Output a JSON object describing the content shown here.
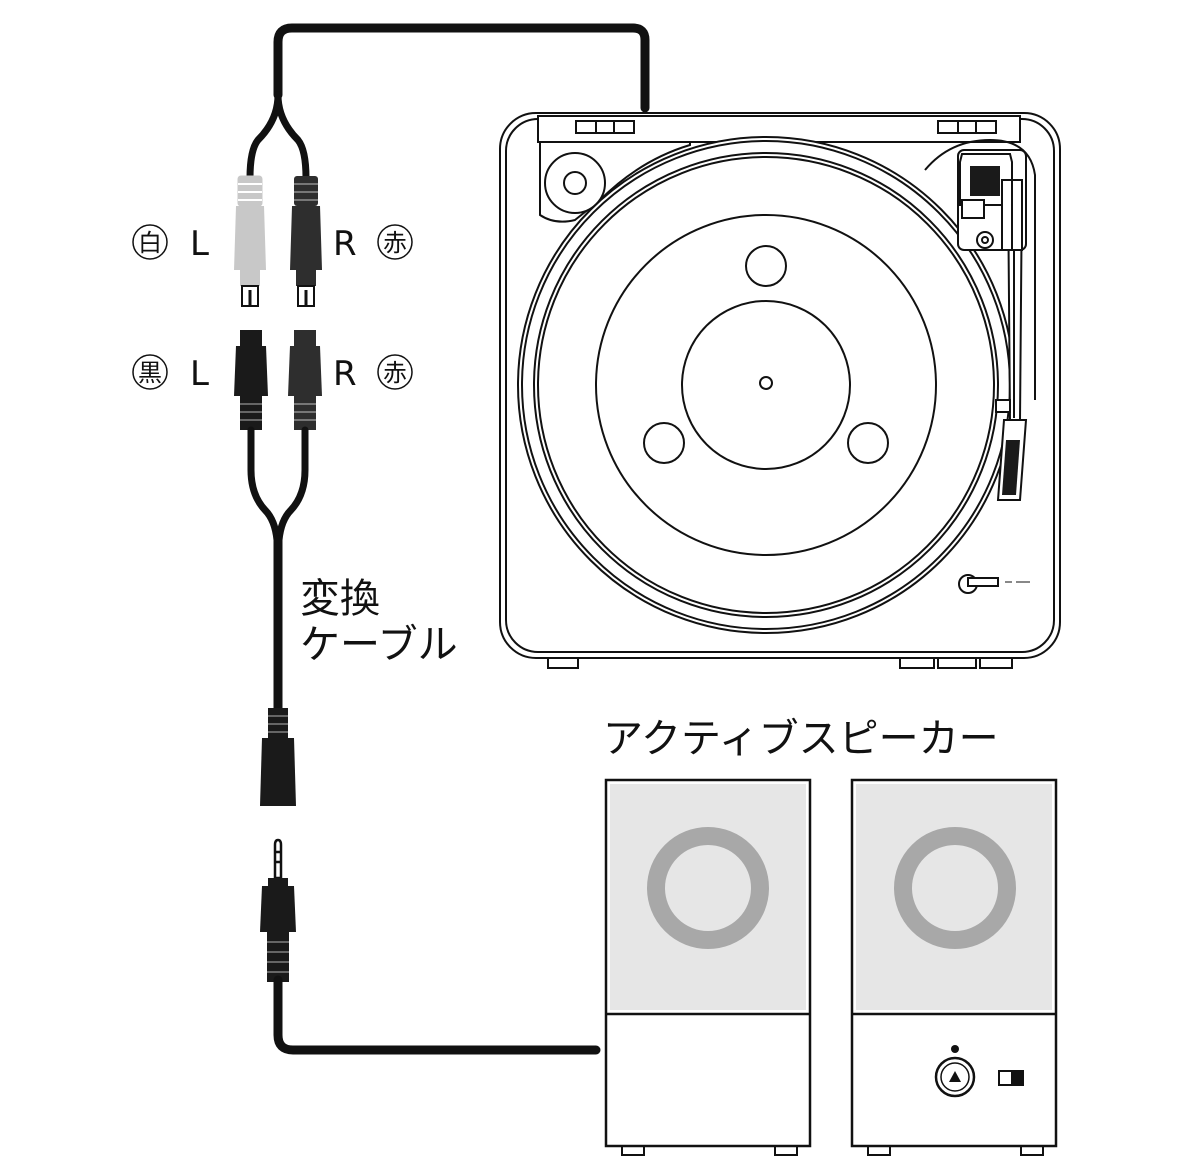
{
  "labels": {
    "rca_left_color": "白",
    "rca_left_channel": "L",
    "rca_right_channel": "R",
    "rca_right_color": "赤",
    "adapter_left_color": "黒",
    "adapter_left_channel": "L",
    "adapter_right_channel": "R",
    "adapter_right_color": "赤",
    "cable_line1": "変換",
    "cable_line2": "ケーブル",
    "speaker_title": "アクティブスピーカー"
  },
  "colors": {
    "outline": "#111111",
    "cable": "#111111",
    "plug_white": "#c8c8c8",
    "plug_red": "#2e2e2e",
    "plug_black": "#1a1a1a",
    "speaker_panel": "#e6e6e6",
    "speaker_ring": "#a8a8a8"
  },
  "icons": {
    "speaker_power_knob": "triangle-up-icon",
    "speaker_switch": "toggle-switch-icon"
  }
}
